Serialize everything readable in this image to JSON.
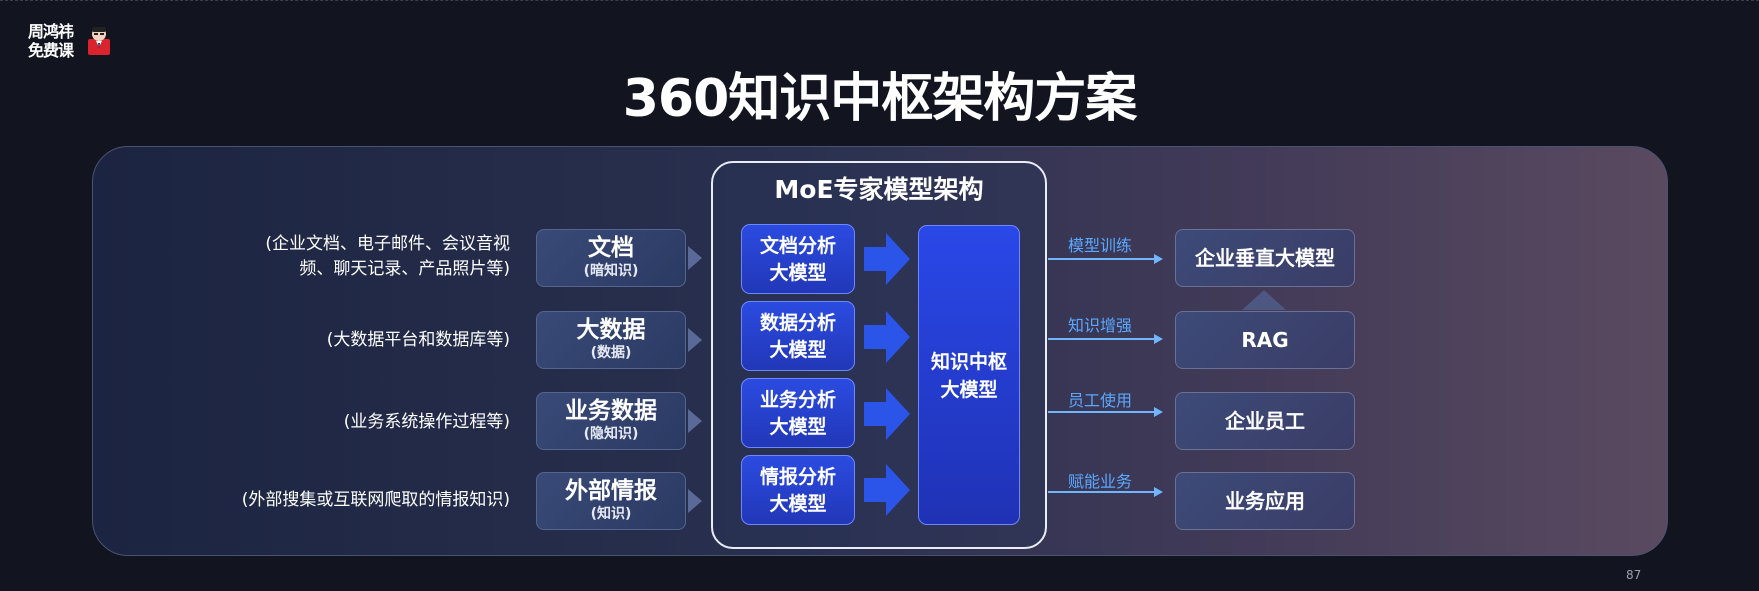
{
  "logo": {
    "line1": "周鸿祎",
    "line2": "免费课"
  },
  "title": "360知识中枢架构方案",
  "sources": [
    {
      "desc": [
        "(企业文档、电子邮件、会议音视",
        "频、聊天记录、产品照片等)"
      ],
      "main": "文档",
      "sub": "(暗知识)"
    },
    {
      "desc": [
        "(大数据平台和数据库等)"
      ],
      "main": "大数据",
      "sub": "(数据)"
    },
    {
      "desc": [
        "(业务系统操作过程等)"
      ],
      "main": "业务数据",
      "sub": "(隐知识)"
    },
    {
      "desc": [
        "(外部搜集或互联网爬取的情报知识)"
      ],
      "main": "外部情报",
      "sub": "(知识)"
    }
  ],
  "moe": {
    "title": "MoE专家模型架构",
    "experts": [
      {
        "line1": "文档分析",
        "line2": "大模型"
      },
      {
        "line1": "数据分析",
        "line2": "大模型"
      },
      {
        "line1": "业务分析",
        "line2": "大模型"
      },
      {
        "line1": "情报分析",
        "line2": "大模型"
      }
    ],
    "center": {
      "line1": "知识中枢",
      "line2": "大模型"
    }
  },
  "outputs": [
    {
      "label": "模型训练",
      "box": "企业垂直大模型"
    },
    {
      "label": "知识增强",
      "box": "RAG"
    },
    {
      "label": "员工使用",
      "box": "企业员工"
    },
    {
      "label": "赋能业务",
      "box": "业务应用"
    }
  ],
  "page_number": "87",
  "colors": {
    "accent_blue": "#2a48e8",
    "arrow_blue": "#6fb6ff",
    "label_blue": "#5aa8ff"
  }
}
